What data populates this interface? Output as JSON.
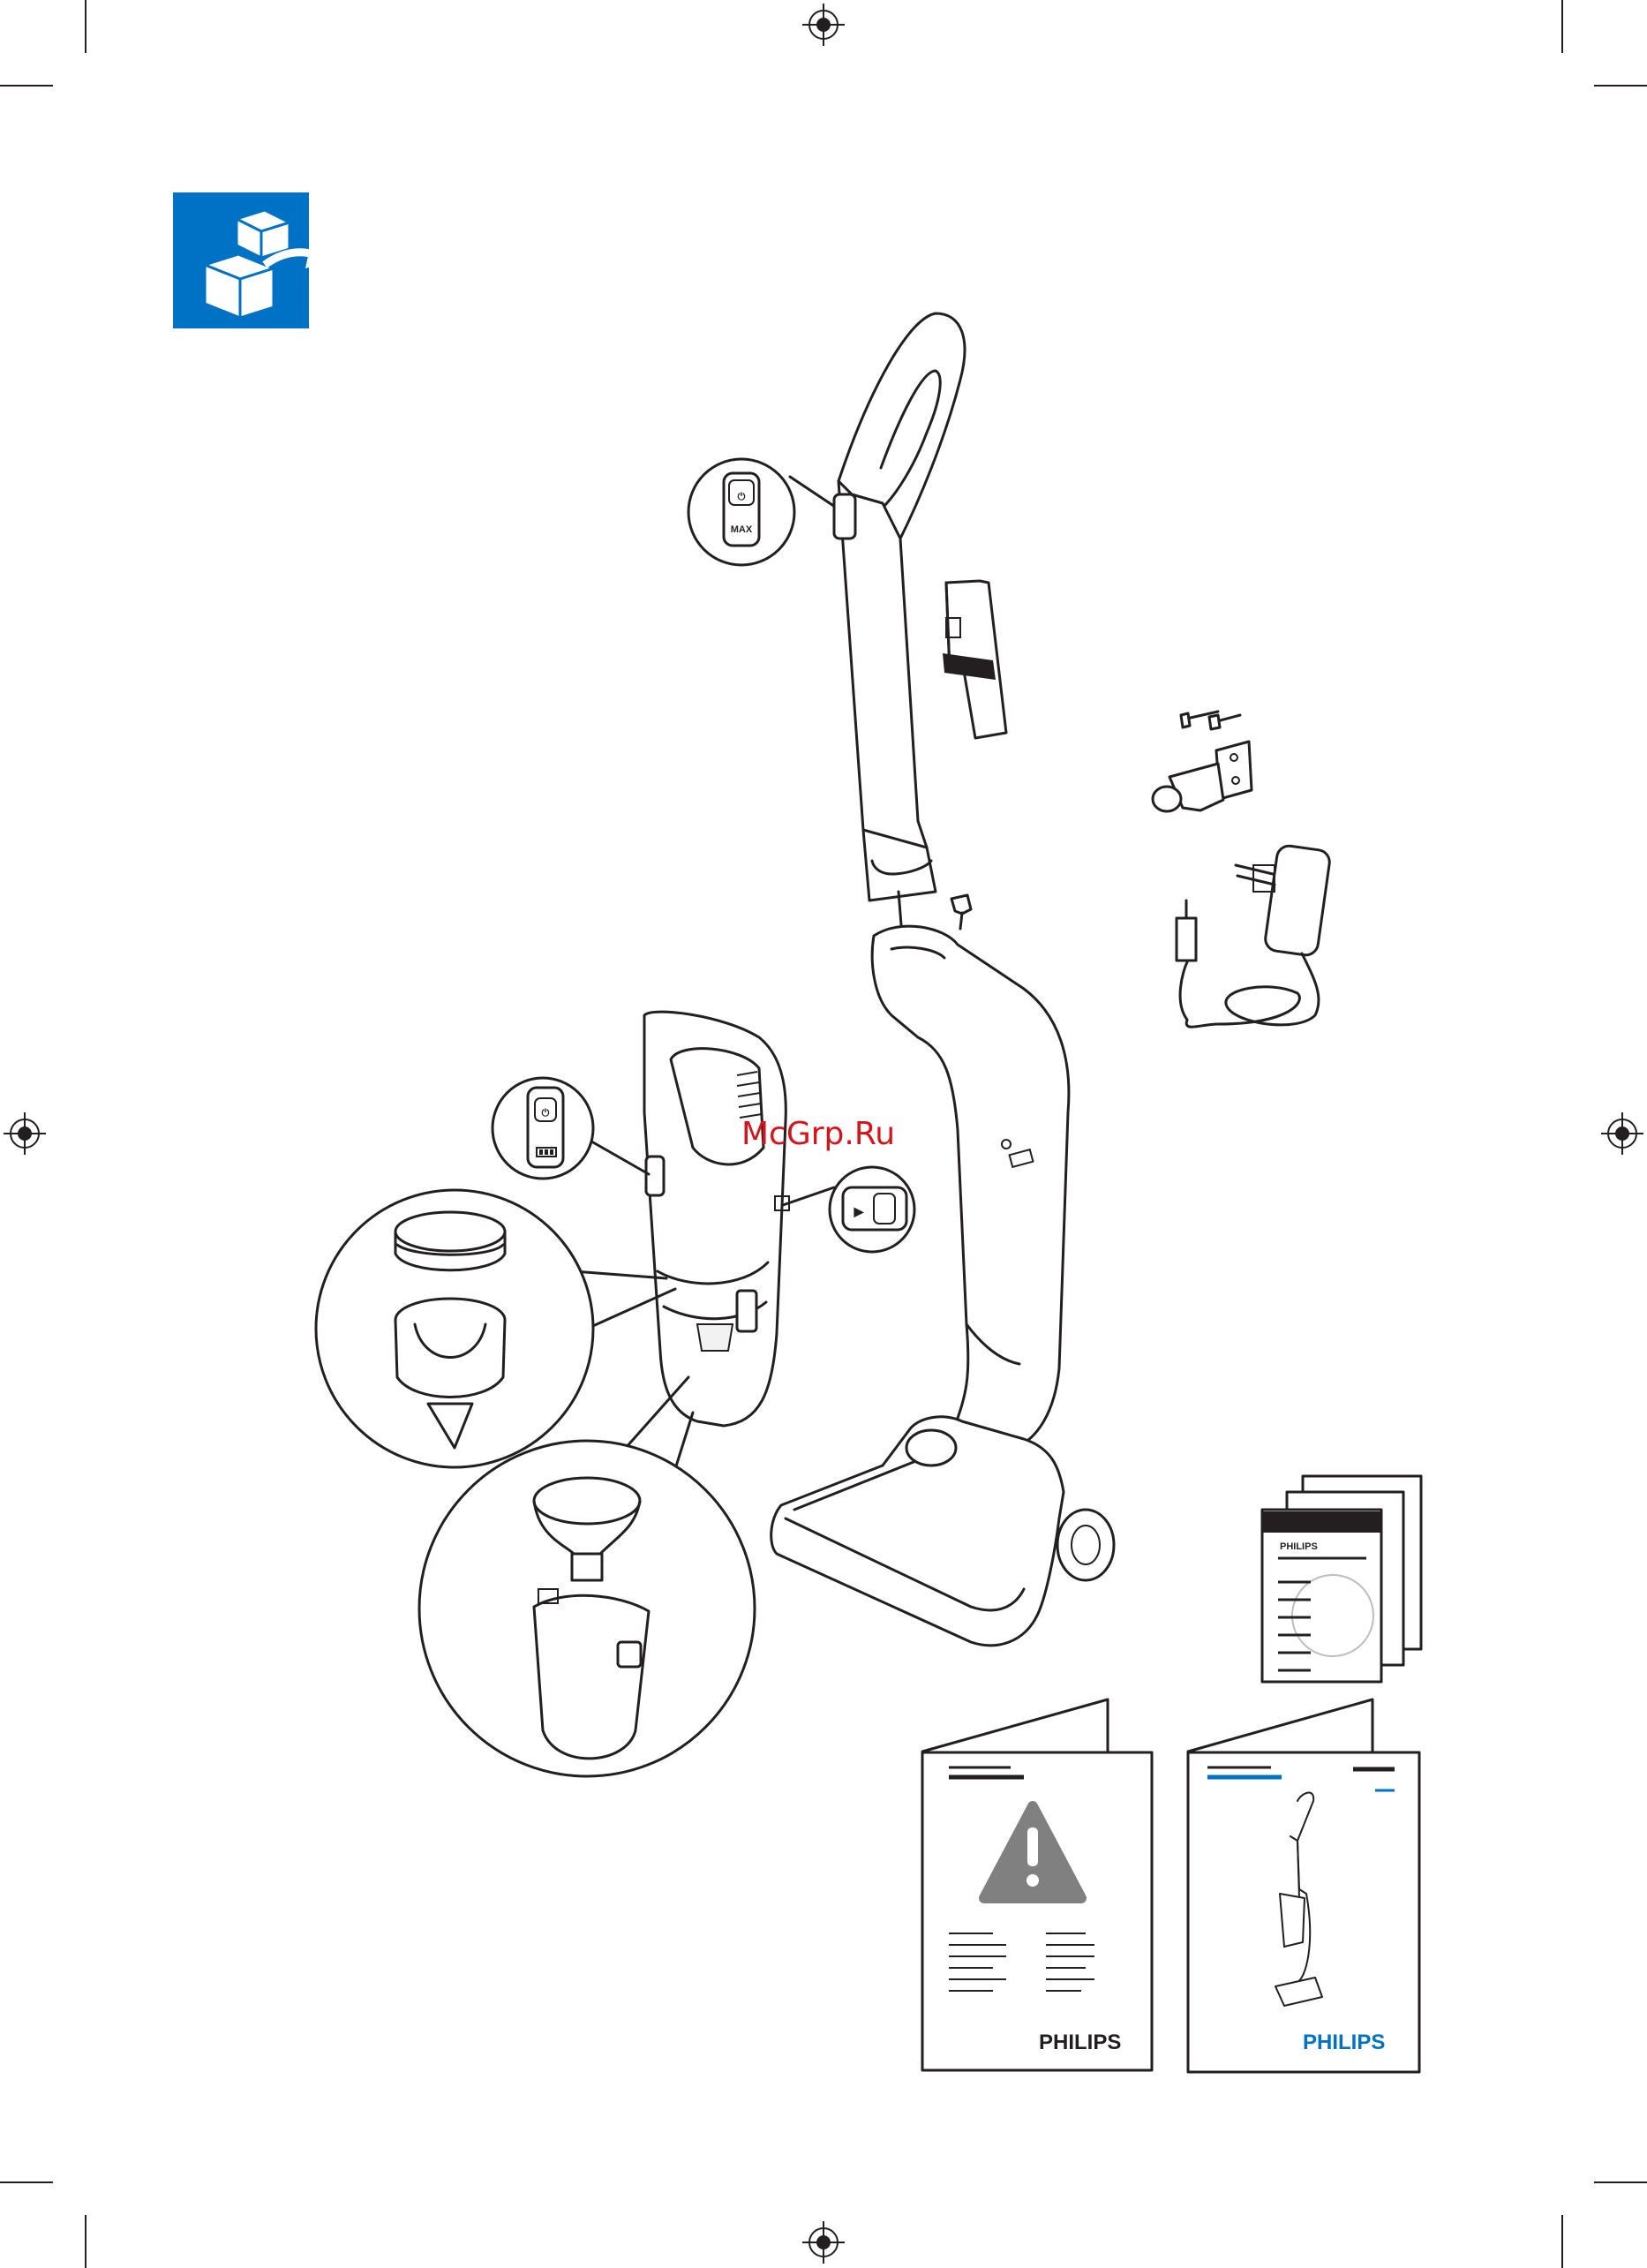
{
  "header_icon": {
    "name": "unpack-box-icon",
    "color": "#0072c6"
  },
  "watermark": {
    "text": "McGrp.Ru",
    "color": "#d6141c"
  },
  "handle_button": {
    "power_symbol": "⏻",
    "label": "MAX"
  },
  "handheld_button": {
    "power_symbol": "⏻"
  },
  "release_button": {
    "symbol": "▶"
  },
  "booklets": [
    {
      "brand": "PHILIPS",
      "brand_color": "#231f20",
      "kind": "safety-leaflet"
    },
    {
      "brand": "PHILIPS",
      "brand_color": "#0072c6",
      "kind": "user-manual"
    },
    {
      "brand": "PHILIPS",
      "brand_color": "#231f20",
      "kind": "world-guarantee-folder"
    }
  ],
  "colors": {
    "line": "#231f20",
    "philips_blue": "#0072c6",
    "warning_grey": "#808080"
  }
}
